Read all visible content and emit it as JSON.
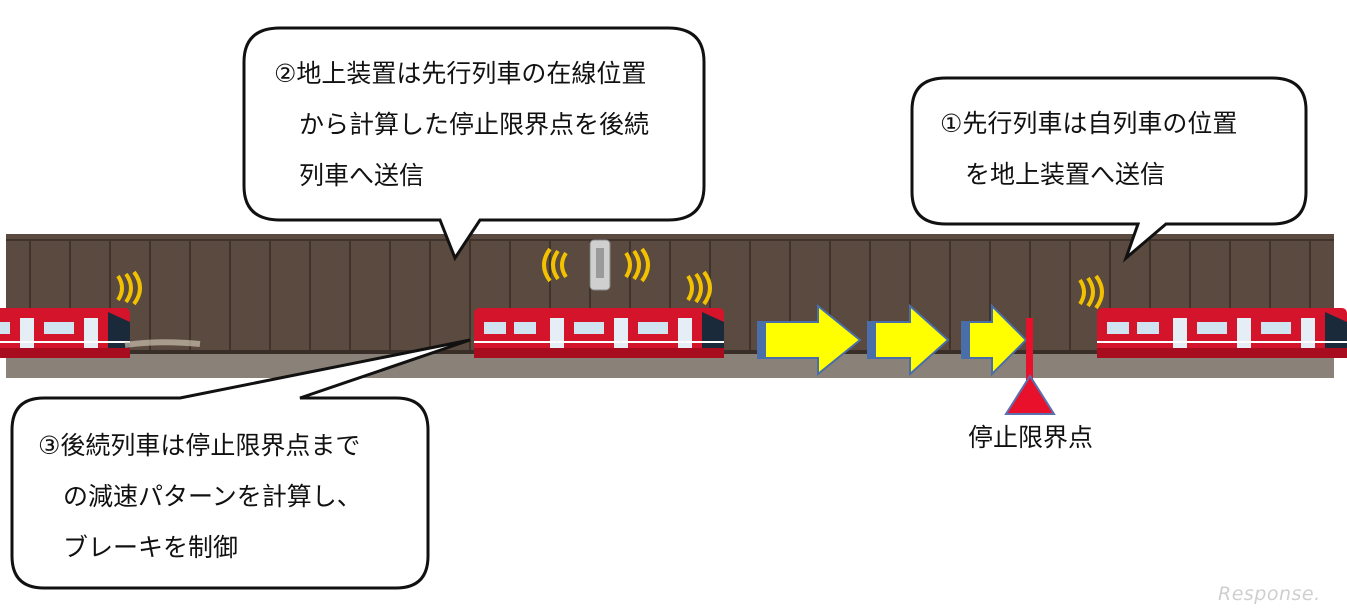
{
  "callouts": {
    "step1": {
      "lines": [
        "①先行列車は自列車の位置",
        "　を地上装置へ送信"
      ]
    },
    "step2": {
      "lines": [
        "②地上装置は先行列車の在線位置",
        "　から計算した停止限界点を後続",
        "　列車へ送信"
      ]
    },
    "step3": {
      "lines": [
        "③後続列車は停止限界点まで",
        "　の減速パターンを計算し、",
        "　ブレーキを制御"
      ]
    }
  },
  "stop_point": {
    "label": "停止限界点",
    "color": "#e8102a"
  },
  "colors": {
    "wall": "#5a4a3f",
    "train_body": "#d4142a",
    "arrow_fill": "#ffff00",
    "signal_wave": "#f2c200"
  },
  "watermark": {
    "text": "Response."
  }
}
